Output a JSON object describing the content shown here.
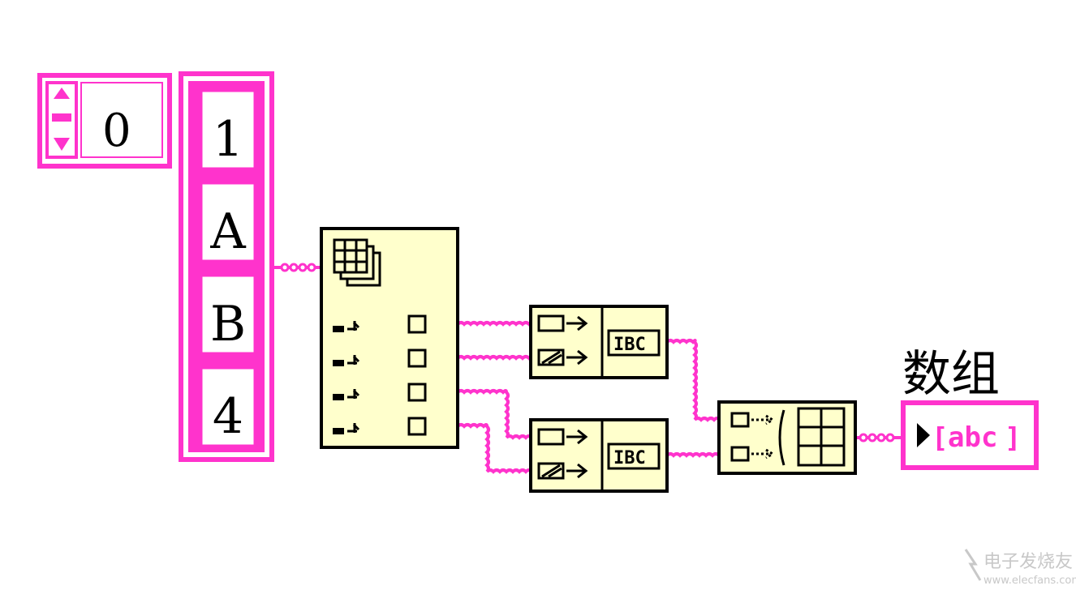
{
  "colors": {
    "wire": "#ff33cc",
    "node_fill": "#ffffcc",
    "node_border": "#000000",
    "glyph": "#000000",
    "background": "#ffffff"
  },
  "index_control": {
    "value": "0"
  },
  "array_constant": {
    "elements": [
      "1",
      "A",
      "B",
      "4"
    ]
  },
  "nodes": [
    {
      "name": "index-array-node",
      "icon": "array-grid-icon",
      "outputs": 4
    },
    {
      "name": "concatenate-strings-top",
      "icon": "concatenate-strings-icon"
    },
    {
      "name": "concatenate-strings-bottom",
      "icon": "concatenate-strings-icon"
    },
    {
      "name": "build-array-node",
      "icon": "build-array-icon"
    }
  ],
  "indicator": {
    "label": "数组",
    "display": "abc",
    "icon": "string-array-indicator-icon"
  },
  "watermark": {
    "text": "电子发烧友",
    "url": "www.elecfans.com"
  }
}
